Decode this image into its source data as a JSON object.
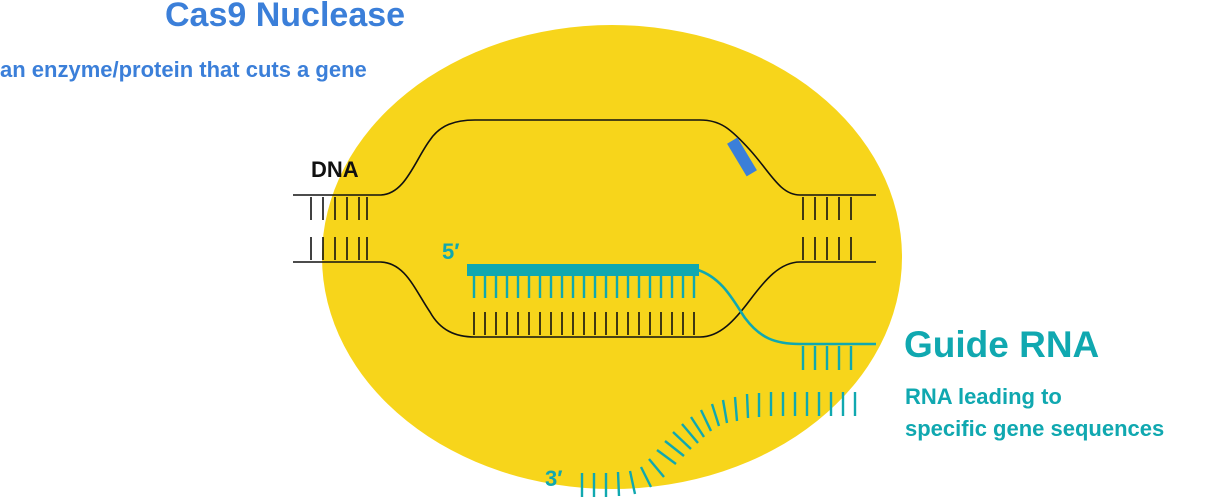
{
  "colors": {
    "enzyme": "#f7d51b",
    "dna": "#111111",
    "rna": "#10a8b0",
    "cut_marker": "#3b7fd9",
    "title": "#3b7fd9"
  },
  "title": "Cas9 Nuclease",
  "subtitle": "an enzyme/protein that cuts a gene",
  "dna_label": "DNA",
  "guide_rna": {
    "title": "Guide RNA",
    "description_line1": "RNA leading to",
    "description_line2": "specific gene sequences"
  },
  "five_prime_label": "5′",
  "three_prime_label": "3′"
}
